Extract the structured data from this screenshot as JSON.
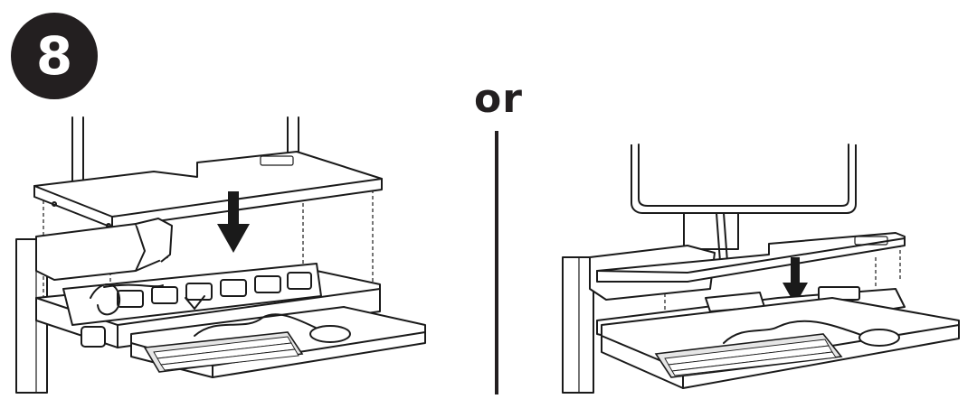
{
  "step": {
    "number": "8"
  },
  "separator": {
    "label": "or"
  },
  "icons": {
    "left": "wide-shelf-install-illustration",
    "right": "narrow-shelf-install-illustration",
    "arrow": "down-arrow-icon"
  }
}
